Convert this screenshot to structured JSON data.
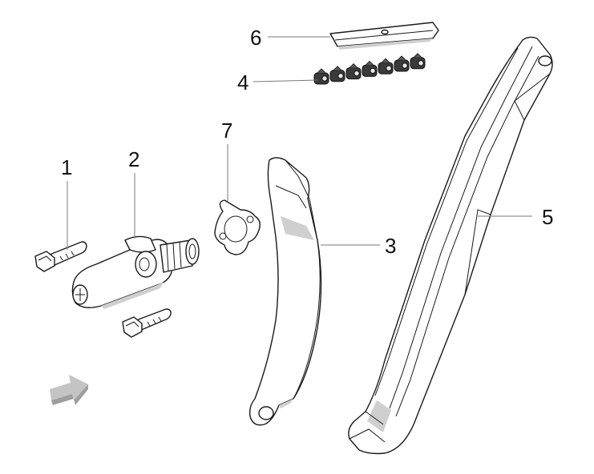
{
  "diagram": {
    "callouts": [
      {
        "id": "1",
        "label": "1"
      },
      {
        "id": "2",
        "label": "2"
      },
      {
        "id": "3",
        "label": "3"
      },
      {
        "id": "4",
        "label": "4"
      },
      {
        "id": "5",
        "label": "5"
      },
      {
        "id": "6",
        "label": "6"
      },
      {
        "id": "7",
        "label": "7"
      }
    ],
    "view_arrow_icon": "direction-arrow-icon",
    "colors": {
      "line": "#1a1a1a",
      "leader": "#7a7a7a",
      "arrow": "#b8b8b8"
    }
  }
}
